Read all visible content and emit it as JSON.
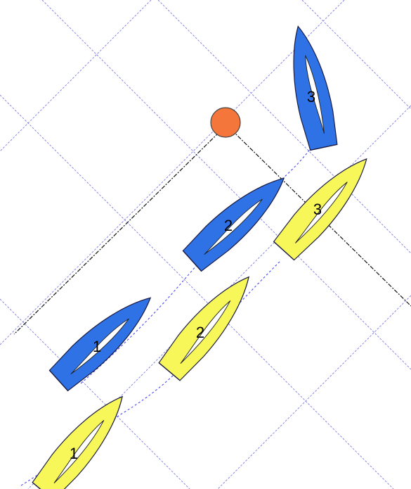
{
  "diagram": {
    "colors": {
      "background": "#ffffff",
      "grid": "#8a8ae0",
      "laylines": "#111111",
      "track": "#3a3aff",
      "mark": "#f4763a",
      "boat_blue": "#2e72e6",
      "boat_yellow": "#f7f75a",
      "hull_outline": "#1a1a40",
      "sail": "#ffffff"
    },
    "mark": {
      "name": "windward-mark"
    },
    "boats": [
      {
        "fleet": "blue",
        "label": "3"
      },
      {
        "fleet": "blue",
        "label": "2"
      },
      {
        "fleet": "blue",
        "label": "1"
      },
      {
        "fleet": "yellow",
        "label": "3"
      },
      {
        "fleet": "yellow",
        "label": "2"
      },
      {
        "fleet": "yellow",
        "label": "1"
      }
    ]
  }
}
